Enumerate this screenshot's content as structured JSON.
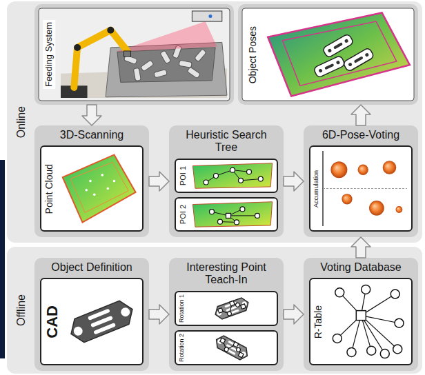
{
  "diagram": {
    "nodes": [
      {
        "text": [
          "Online"
        ]
      },
      {
        "text": [
          "Feeding System"
        ],
        "in": 0
      },
      {
        "text": [
          "Object Poses"
        ],
        "in": 0
      },
      {
        "text": [
          "3D-Scanning"
        ],
        "in": 0
      },
      {
        "text": [
          "Point Cloud"
        ],
        "in": 3
      },
      {
        "text": [
          "Heuristic Search Tree"
        ],
        "in": 0
      },
      {
        "text": [
          "POI 1"
        ],
        "in": 5
      },
      {
        "text": [
          "POI 2"
        ],
        "in": 5
      },
      {
        "text": [
          "6D-Pose-Voting"
        ],
        "in": 0
      },
      {
        "text": [
          "Accumulation"
        ],
        "in": 8
      },
      {
        "text": [
          "Offline"
        ]
      },
      {
        "text": [
          "Object Definition"
        ],
        "in": 10
      },
      {
        "text": [
          "CAD"
        ],
        "in": 11
      },
      {
        "text": [
          "Interesting Point Teach-In"
        ],
        "in": 10
      },
      {
        "text": [
          "Rotation 1"
        ],
        "in": 13
      },
      {
        "text": [
          "Rotation 2"
        ],
        "in": 13
      },
      {
        "text": [
          "Voting Database"
        ],
        "in": 10
      },
      {
        "text": [
          "R-Table"
        ],
        "in": 16
      }
    ],
    "edges": [
      {
        "from": 1,
        "to": 3,
        "arrow": "to"
      },
      {
        "from": 3,
        "to": 5,
        "arrow": "to"
      },
      {
        "from": 5,
        "to": 8,
        "arrow": "to"
      },
      {
        "from": 8,
        "to": 2,
        "arrow": "to"
      },
      {
        "from": 11,
        "to": 13,
        "arrow": "to"
      },
      {
        "from": 13,
        "to": 16,
        "arrow": "to"
      },
      {
        "from": 16,
        "to": 8,
        "arrow": "to"
      }
    ]
  }
}
